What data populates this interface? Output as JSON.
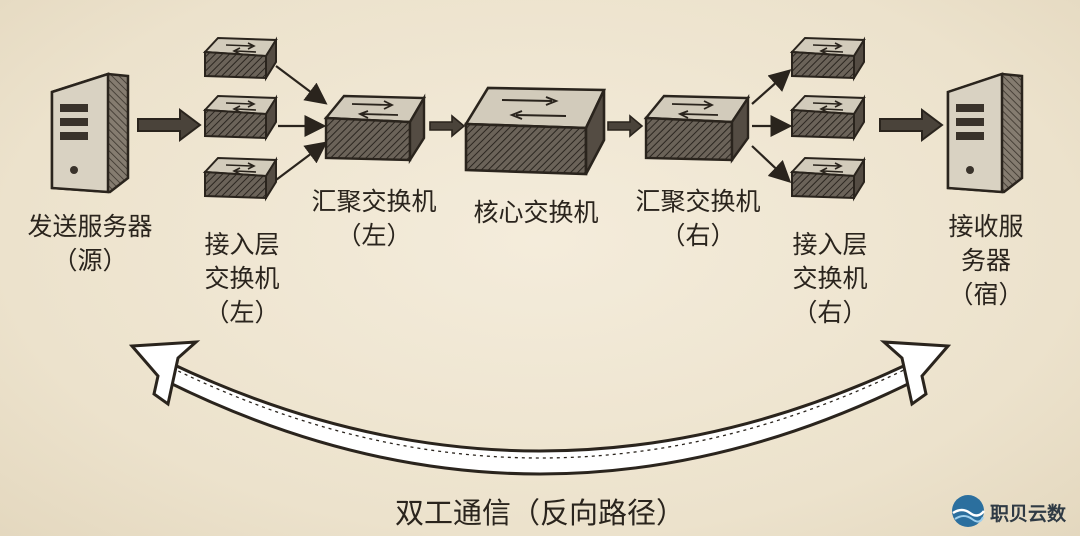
{
  "nodes": {
    "sender": {
      "label": "发送服务器\n（源）",
      "icon": "server-icon"
    },
    "access_left": {
      "label": "接入层\n交换机\n（左）",
      "icon": "switch-icon"
    },
    "agg_left": {
      "label": "汇聚交换机\n（左）",
      "icon": "switch-icon"
    },
    "core": {
      "label": "核心交换机",
      "icon": "switch-icon"
    },
    "agg_right": {
      "label": "汇聚交换机\n（右）",
      "icon": "switch-icon"
    },
    "access_right": {
      "label": "接入层\n交换机\n（右）",
      "icon": "switch-icon"
    },
    "receiver": {
      "label": "接收服务器\n（宿）",
      "icon": "server-icon"
    }
  },
  "caption": "双工通信（反向路径）",
  "watermark": {
    "text": "职贝云数"
  },
  "colors": {
    "ink": "#2a241d",
    "paper": "#efe6d2",
    "switch_top": "#d2cbbb",
    "logo_blue": "#2b6f9e"
  }
}
